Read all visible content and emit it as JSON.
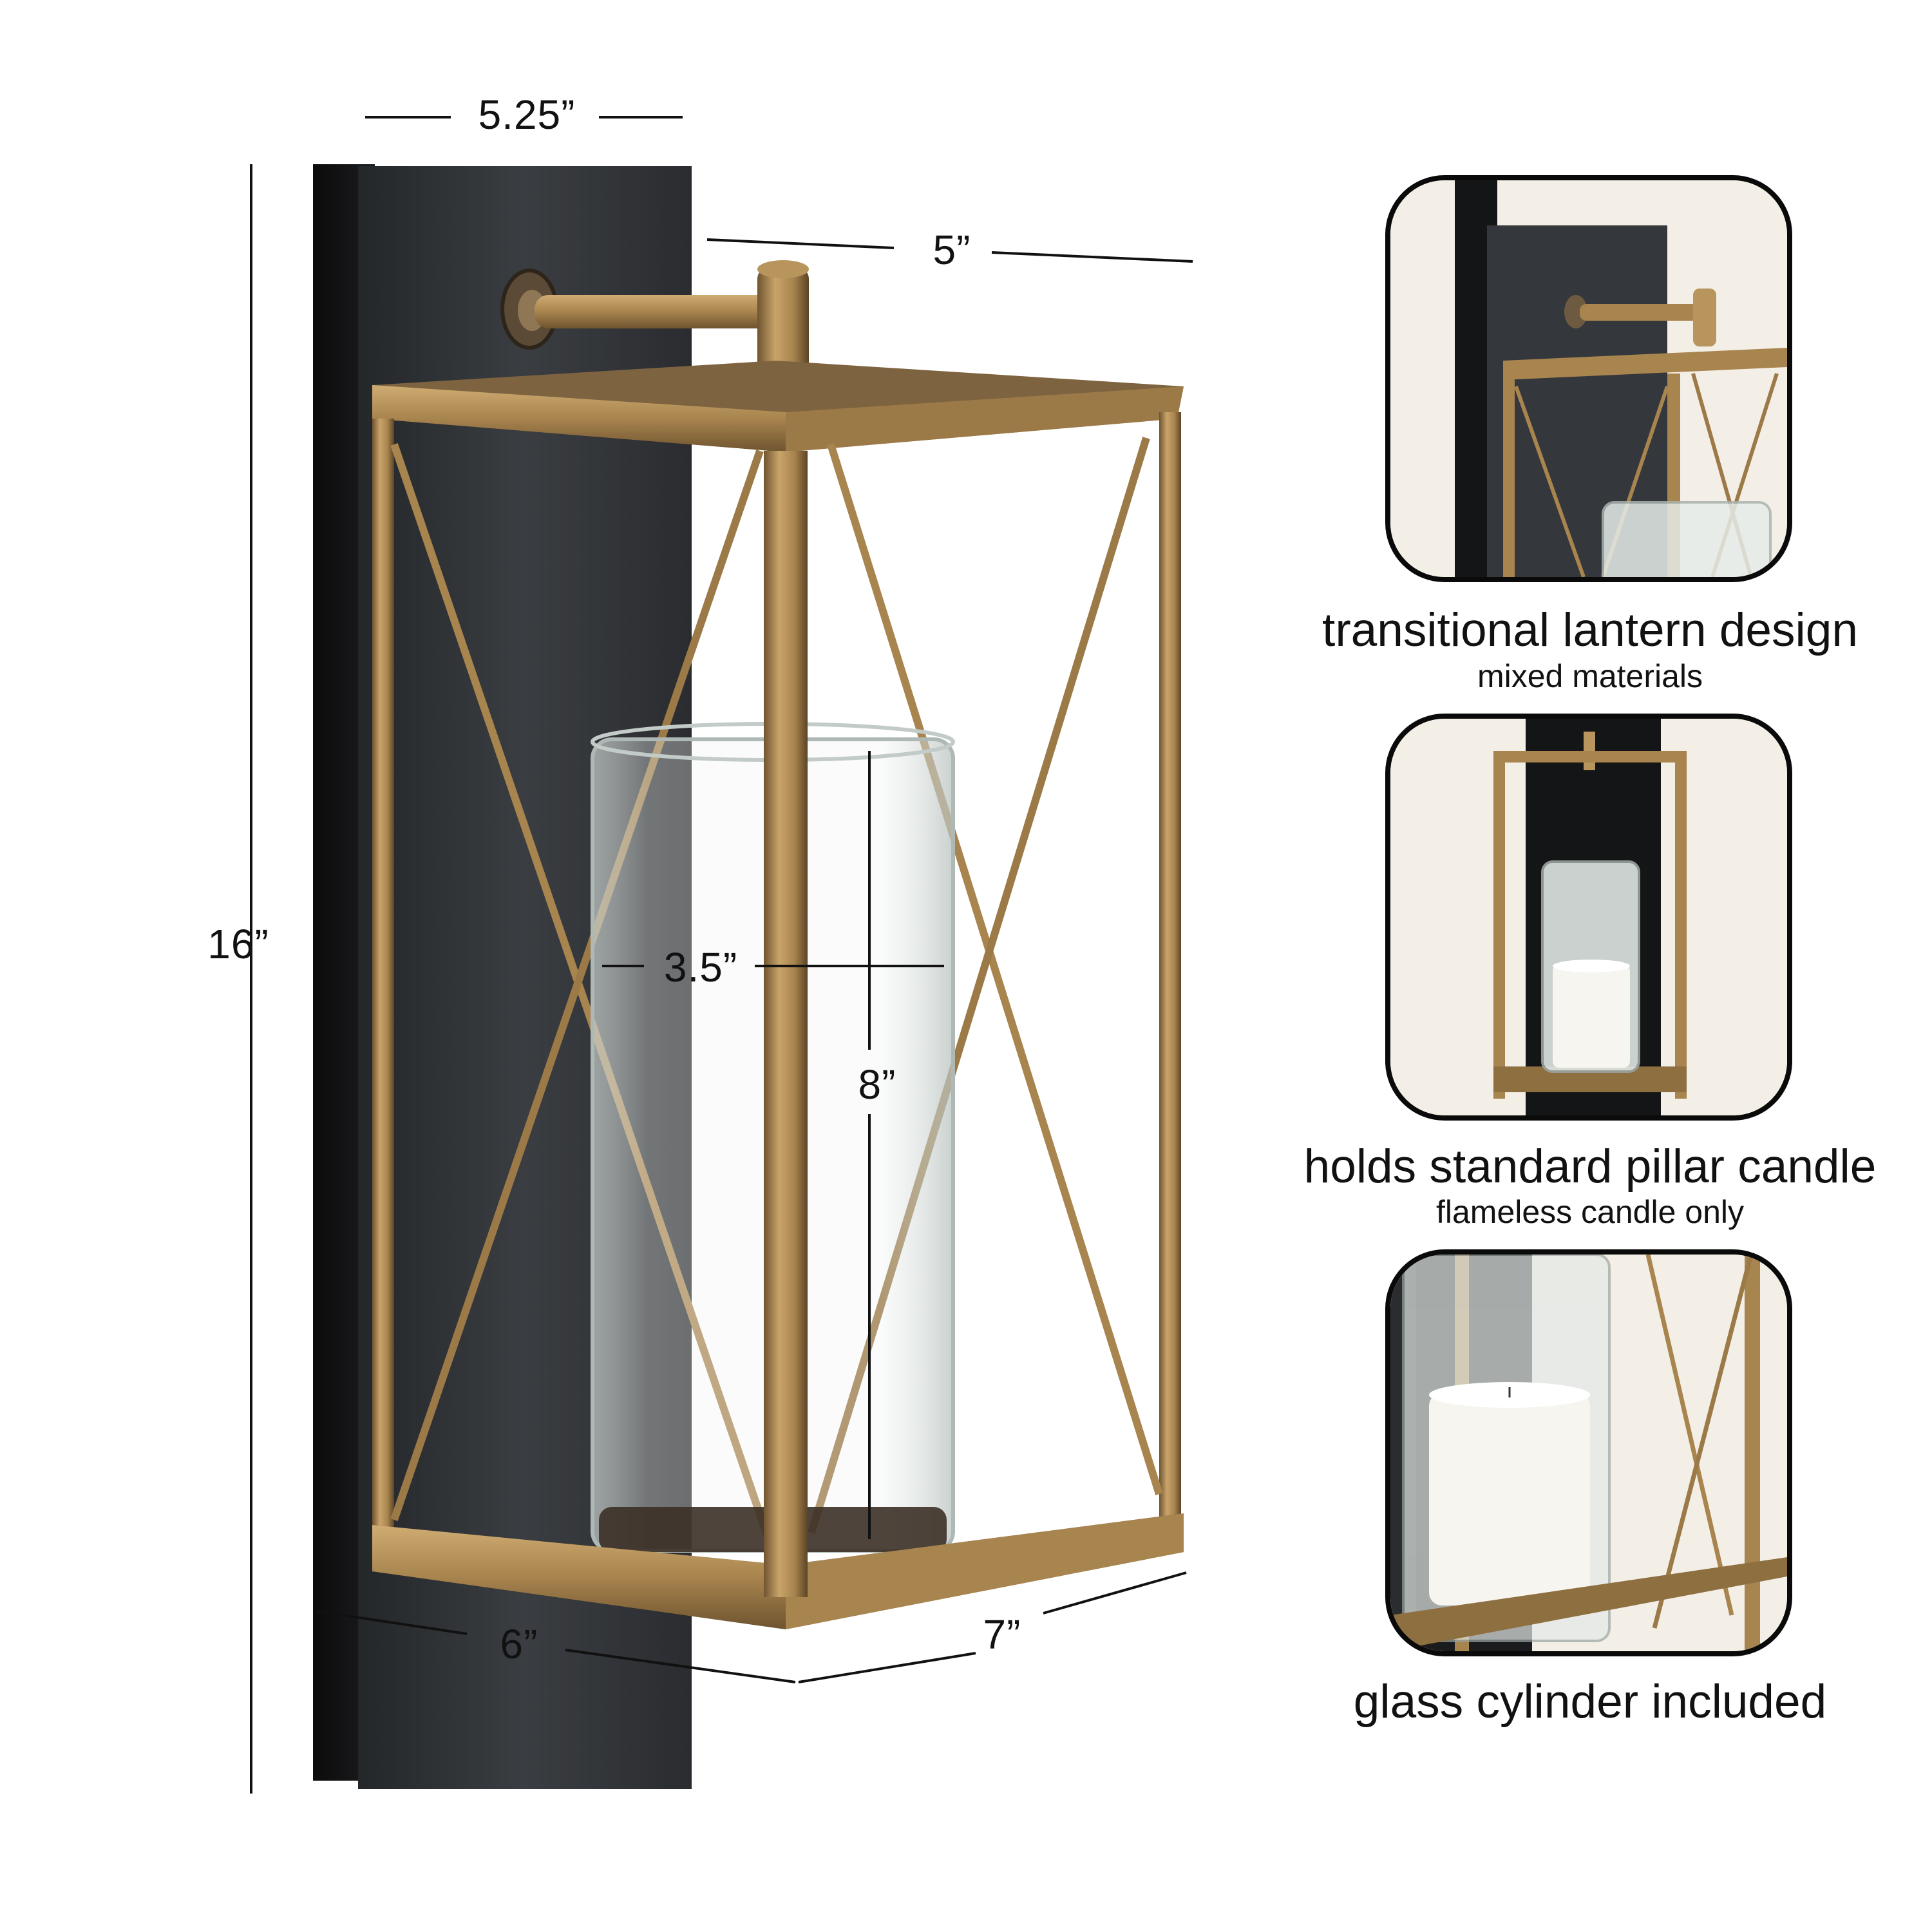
{
  "dimensions": {
    "backplate_width": "5.25”",
    "height": "16”",
    "arm_depth": "5”",
    "glass_diameter": "3.5”",
    "glass_height": "8”",
    "depth": "6”",
    "width": "7”"
  },
  "features": [
    {
      "title": "transitional lantern design",
      "subtitle": "mixed materials"
    },
    {
      "title": "holds standard pillar candle",
      "subtitle": "flameless candle only"
    },
    {
      "title": "glass cylinder included",
      "subtitle": ""
    }
  ],
  "colors": {
    "brass": "#a8844e",
    "brass_light": "#cfac72",
    "brass_dark": "#6f5430",
    "board": "#2e3033",
    "board_dark": "#17181a",
    "glass": "#e6ece9",
    "candle": "#f7f5ef",
    "text": "#111111"
  }
}
